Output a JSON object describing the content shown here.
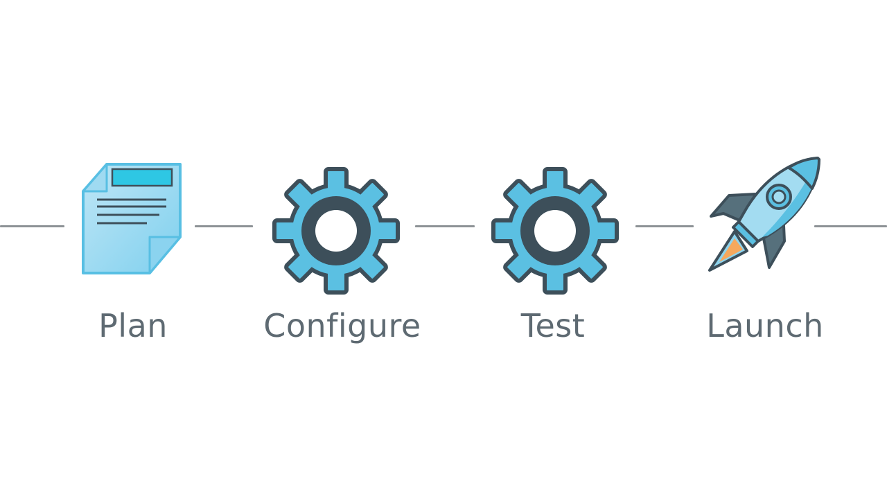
{
  "colors": {
    "line": "#8d9296",
    "label": "#5e6a72",
    "outline": "#3d4f5a",
    "fill": "#5bc0e2",
    "fill_light": "#a3dcf1",
    "accent": "#2ec7e4",
    "flame": "#f6a85d"
  },
  "steps": [
    {
      "label": "Plan",
      "icon": "document-icon"
    },
    {
      "label": "Configure",
      "icon": "gear-icon"
    },
    {
      "label": "Test",
      "icon": "gear-icon"
    },
    {
      "label": "Launch",
      "icon": "rocket-icon"
    }
  ]
}
